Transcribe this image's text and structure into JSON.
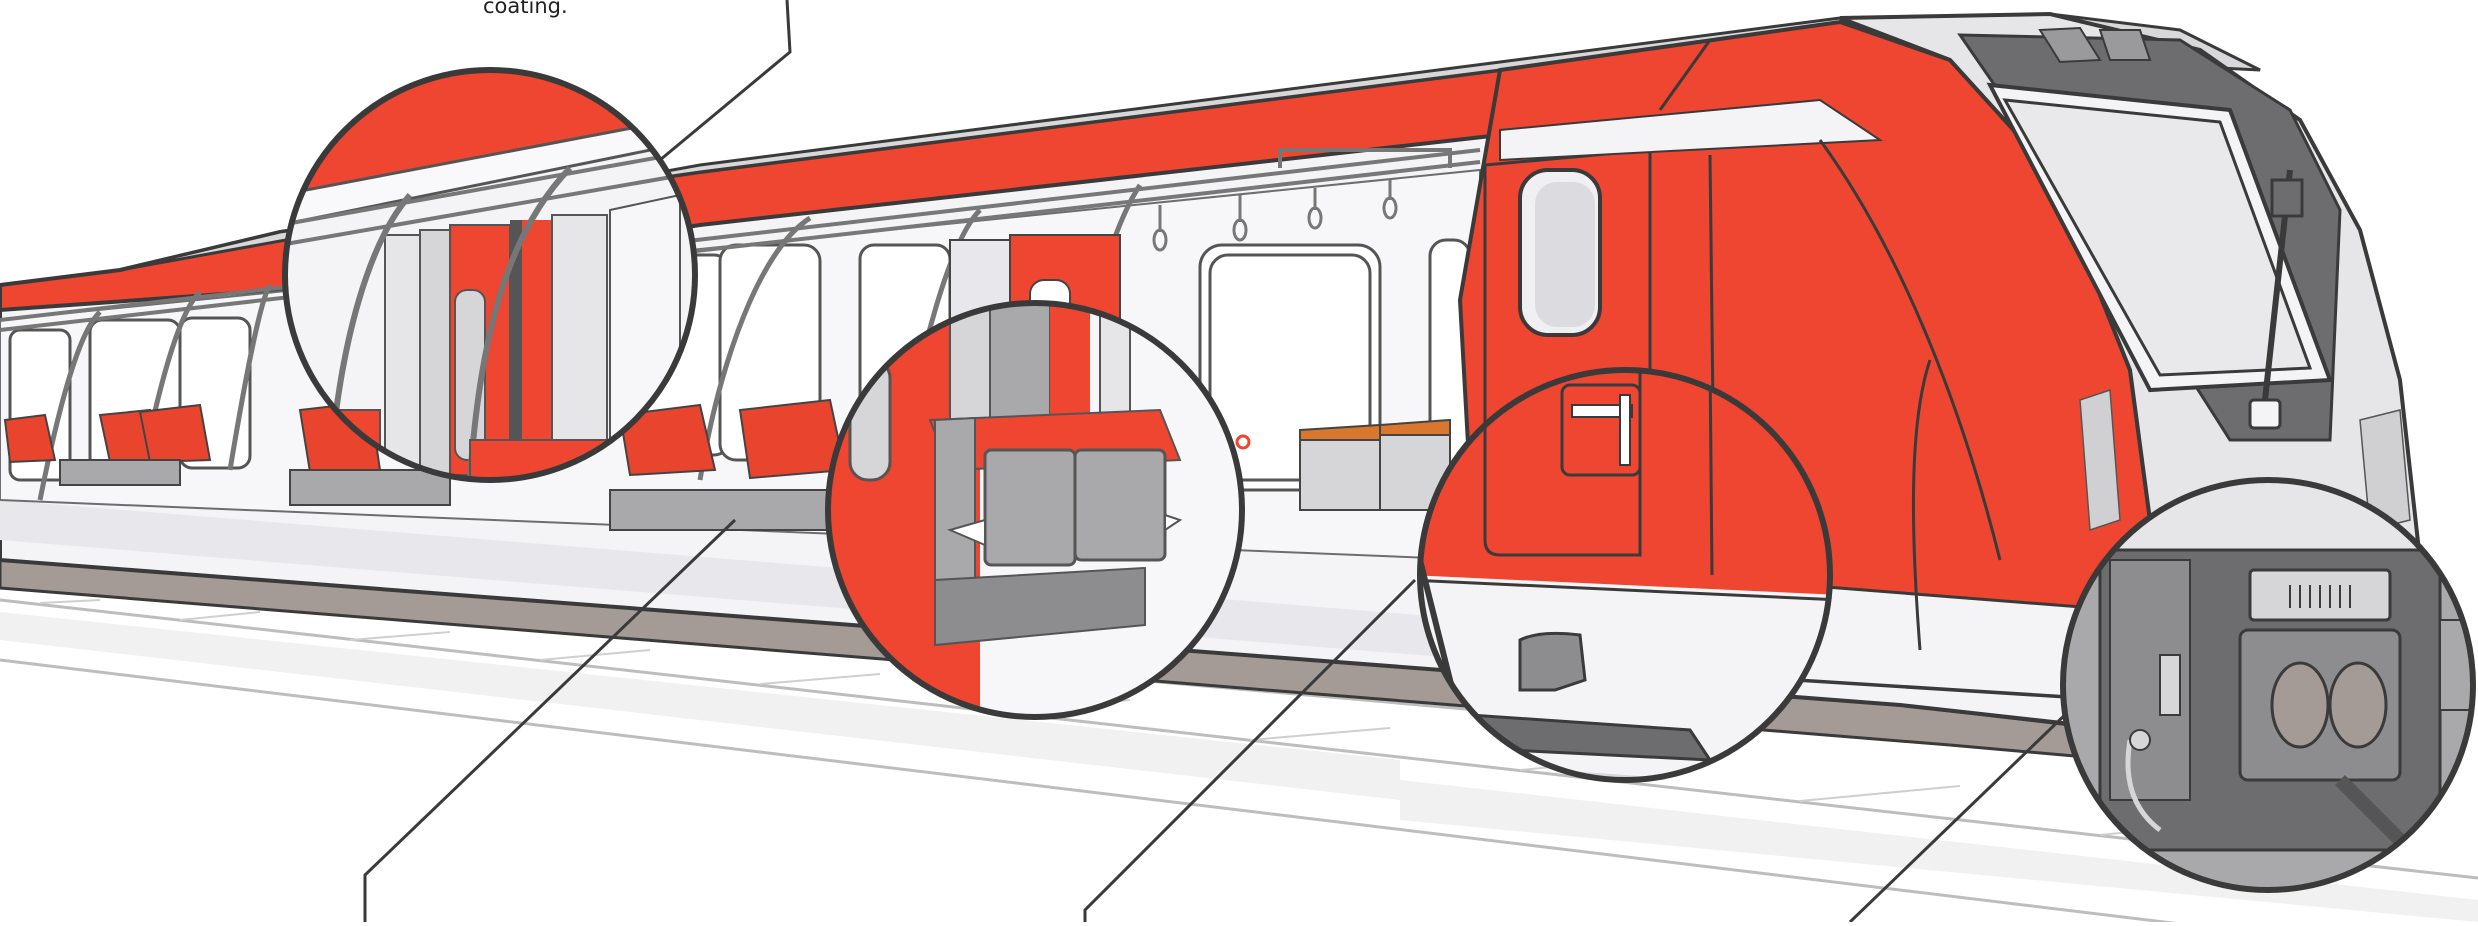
{
  "figure": {
    "caption_fragment": "coating.",
    "colors": {
      "train_red": "#ee4630",
      "outline": "#3a3a3a",
      "body_white": "#f4f4f6",
      "floor": "#e8e8ec",
      "grey_dark": "#6d6d70",
      "grey_mid": "#a9a9ab",
      "grey_light": "#d6d6d8",
      "underframe": "#a49a96",
      "track": "#bdbdbd",
      "seat_red": "#e8442e",
      "seat_orange": "#d9772e"
    },
    "callouts": [
      {
        "name": "callout-handrails",
        "topic": "handrails-and-doors"
      },
      {
        "name": "callout-seating",
        "topic": "folding-seats"
      },
      {
        "name": "callout-door-step",
        "topic": "door-step"
      },
      {
        "name": "callout-coupler",
        "topic": "coupler"
      }
    ]
  }
}
